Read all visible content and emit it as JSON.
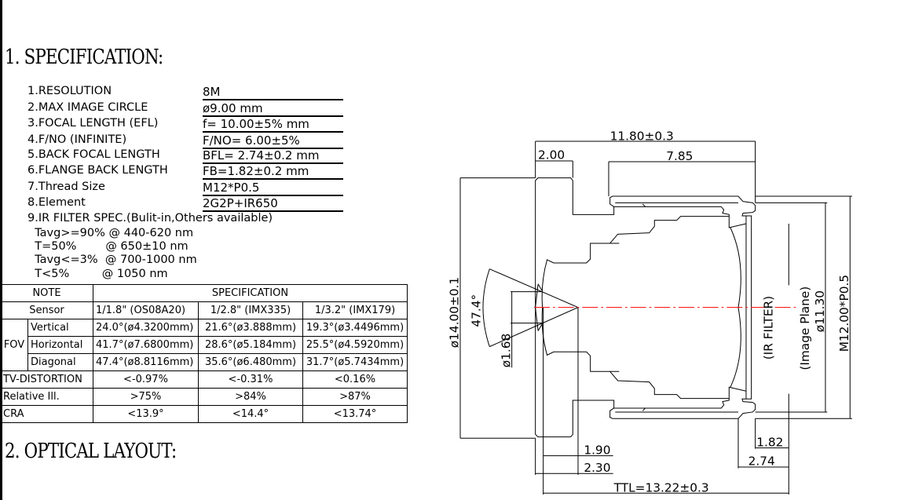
{
  "headings": {
    "spec": "1. SPECIFICATION:",
    "layout": "2. OPTICAL LAYOUT:"
  },
  "spec_items": [
    {
      "label": "1.RESOLUTION",
      "value": "8M"
    },
    {
      "label": "2.MAX IMAGE CIRCLE",
      "value": "ø9.00  mm"
    },
    {
      "label": "3.FOCAL LENGTH (EFL)",
      "value": "f= 10.00±5% mm"
    },
    {
      "label": "4.F/NO (INFINITE)",
      "value": "F/NO= 6.00±5%"
    },
    {
      "label": "5.BACK FOCAL LENGTH",
      "value": "BFL= 2.74±0.2 mm"
    },
    {
      "label": "6.FLANGE BACK LENGTH",
      "value": "FB=1.82±0.2 mm"
    },
    {
      "label": "7.Thread Size",
      "value": "M12*P0.5"
    },
    {
      "label": "8.Element",
      "value": "2G2P+IR650"
    }
  ],
  "ir_filter": {
    "title": "9.IR FILTER SPEC.(Bulit-in,Others available)",
    "lines": [
      "  Tavg>=90% @ 440-620 nm",
      "  T=50%        @ 650±10 nm",
      "  Tavg<=3%  @ 700-1000 nm",
      "  T<5%         @ 1050 nm"
    ]
  },
  "table": {
    "note": "NOTE",
    "specification": "SPECIFICATION",
    "sensor_label": "Sensor",
    "sensors": [
      "1/1.8\"  (OS08A20)",
      "1/2.8\"  (IMX335)",
      "1/3.2\"  (IMX179)"
    ],
    "fov_label": "FOV",
    "fov": [
      {
        "label": "Vertical",
        "values": [
          "24.0°(ø4.3200mm)",
          "21.6°(ø3.888mm)",
          "19.3°(ø3.4496mm)"
        ]
      },
      {
        "label": "Horizontal",
        "values": [
          "41.7°(ø7.6800mm)",
          "28.6°(ø5.184mm)",
          "25.5°(ø4.5920mm)"
        ]
      },
      {
        "label": "Diagonal",
        "values": [
          "47.4°(ø8.8116mm)",
          "35.6°(ø6.480mm)",
          "31.7°(ø5.7434mm)"
        ]
      }
    ],
    "rows": [
      {
        "label": "TV-DISTORTION",
        "values": [
          "<-0.97%",
          "<-0.31%",
          "<0.16%"
        ]
      },
      {
        "label": "Relative Ill.",
        "values": [
          ">75%",
          ">84%",
          ">87%"
        ]
      },
      {
        "label": "CRA",
        "values": [
          "<13.9°",
          "<14.4°",
          "<13.74°"
        ]
      }
    ]
  },
  "drawing": {
    "dim_overall": "11.80±0.3",
    "dim_barrel": "7.85",
    "dim_flange": "2.00",
    "dim_dia": "ø14.00±0.1",
    "fov_angle": "47.4°",
    "aperture": "ø1.68",
    "ir_filter": "(IR FILTER)",
    "image_plane": "(Image Plane)",
    "image_dia": "ø11.30",
    "thread": "M12.00*P0.5",
    "d190": "1.90",
    "d230": "2.30",
    "d182": "1.82",
    "d274": "2.74",
    "ttl": "TTL=13.22±0.3",
    "centerline_color": "#ff0000"
  }
}
